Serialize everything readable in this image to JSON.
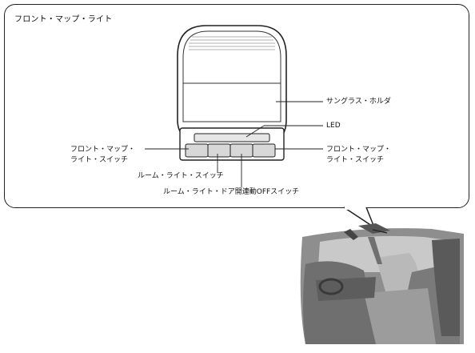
{
  "title": "フロント・マップ・ライト",
  "labels": {
    "sunglass_holder": "サングラス・ホルダ",
    "led": "LED",
    "front_map_switch_left_line1": "フロント・マップ・",
    "front_map_switch_left_line2": "ライト・スイッチ",
    "front_map_switch_right_line1": "フロント・マップ・",
    "front_map_switch_right_line2": "ライト・スイッチ",
    "room_light_switch": "ルーム・ライト・スイッチ",
    "room_light_door_switch": "ルーム・ライト・ドア開連動OFFスイッチ"
  }
}
